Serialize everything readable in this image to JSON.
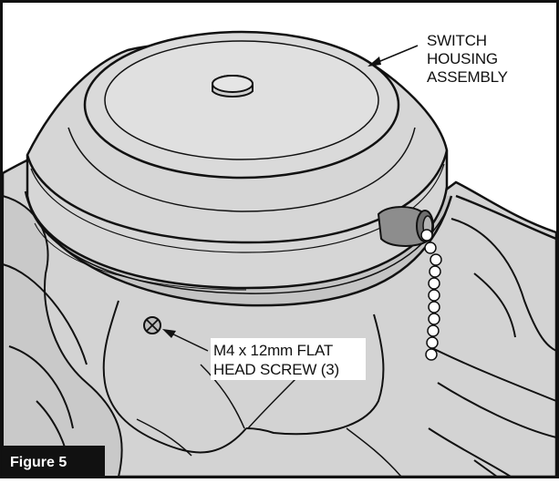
{
  "figure": {
    "label": "Figure 5"
  },
  "callouts": {
    "switch_housing": [
      "SWITCH",
      "HOUSING",
      "ASSEMBLY"
    ],
    "screw": [
      "M4 x 12mm FLAT",
      "HEAD SCREW (3)"
    ]
  },
  "colors": {
    "background": "#ffffff",
    "gray_fill": "#d0d0d0",
    "dark_fill": "#9a9a9a",
    "line": "#111111",
    "label_box": "#111111"
  }
}
